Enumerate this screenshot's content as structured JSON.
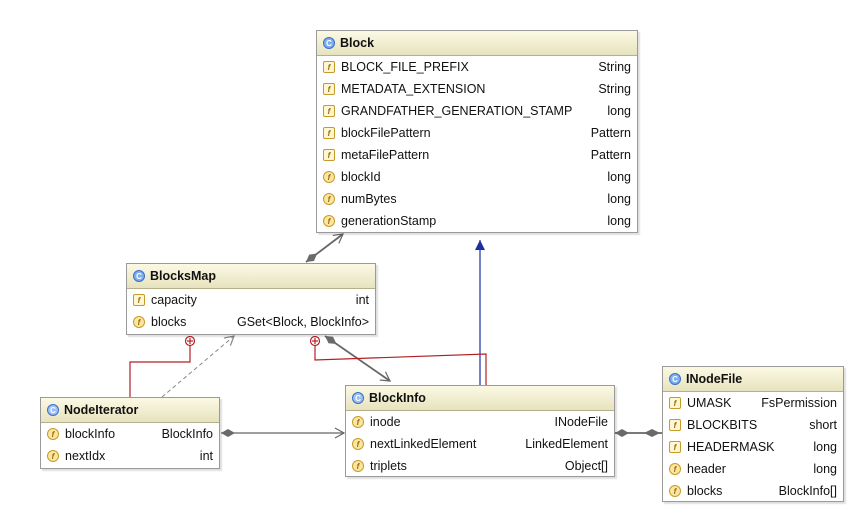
{
  "classes": {
    "block": {
      "name": "Block",
      "fields": [
        {
          "name": "BLOCK_FILE_PREFIX",
          "type": "String",
          "icon": "static-field-icon"
        },
        {
          "name": "METADATA_EXTENSION",
          "type": "String",
          "icon": "static-field-icon"
        },
        {
          "name": "GRANDFATHER_GENERATION_STAMP",
          "type": "long",
          "icon": "static-field-icon"
        },
        {
          "name": "blockFilePattern",
          "type": "Pattern",
          "icon": "static-field-icon"
        },
        {
          "name": "metaFilePattern",
          "type": "Pattern",
          "icon": "static-field-icon"
        },
        {
          "name": "blockId",
          "type": "long",
          "icon": "field-icon"
        },
        {
          "name": "numBytes",
          "type": "long",
          "icon": "field-icon"
        },
        {
          "name": "generationStamp",
          "type": "long",
          "icon": "field-icon"
        }
      ]
    },
    "blocksMap": {
      "name": "BlocksMap",
      "fields": [
        {
          "name": "capacity",
          "type": "int",
          "icon": "static-field-icon"
        },
        {
          "name": "blocks",
          "type": "GSet<Block, BlockInfo>",
          "icon": "field-icon"
        }
      ]
    },
    "nodeIterator": {
      "name": "NodeIterator",
      "fields": [
        {
          "name": "blockInfo",
          "type": "BlockInfo",
          "icon": "field-icon"
        },
        {
          "name": "nextIdx",
          "type": "int",
          "icon": "field-icon"
        }
      ]
    },
    "blockInfo": {
      "name": "BlockInfo",
      "fields": [
        {
          "name": "inode",
          "type": "INodeFile",
          "icon": "field-icon"
        },
        {
          "name": "nextLinkedElement",
          "type": "LinkedElement",
          "icon": "field-icon"
        },
        {
          "name": "triplets",
          "type": "Object[]",
          "icon": "field-icon"
        }
      ]
    },
    "iNodeFile": {
      "name": "INodeFile",
      "fields": [
        {
          "name": "UMASK",
          "type": "FsPermission",
          "icon": "static-field-icon"
        },
        {
          "name": "BLOCKBITS",
          "type": "short",
          "icon": "static-field-icon"
        },
        {
          "name": "HEADERMASK",
          "type": "long",
          "icon": "static-field-icon"
        },
        {
          "name": "header",
          "type": "long",
          "icon": "field-icon"
        },
        {
          "name": "blocks",
          "type": "BlockInfo[]",
          "icon": "field-icon"
        }
      ]
    }
  },
  "icons": {
    "class_glyph": "C",
    "inner_class_glyph": "C",
    "field_glyph": "f",
    "static_field_glyph": "f"
  },
  "colors": {
    "inheritance": "#1a2fa0",
    "inner_class_link": "#b32025",
    "association": "#666666",
    "header_top": "#fbf9e4",
    "header_bottom": "#e7e3bf"
  }
}
